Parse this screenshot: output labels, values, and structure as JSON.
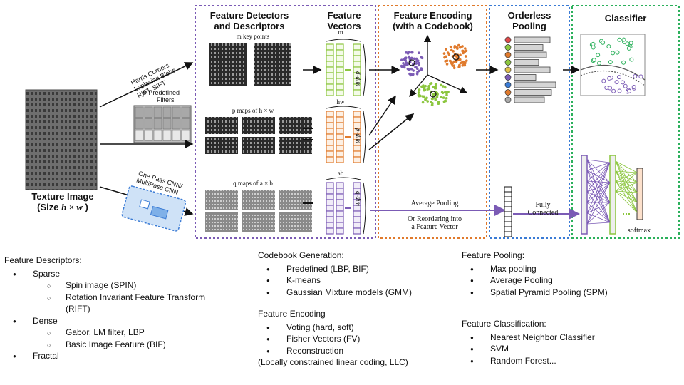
{
  "input": {
    "title": "Texture Image",
    "size_prefix": "(Size ",
    "size_expr": "h × w",
    "size_suffix": " )"
  },
  "branches": {
    "top": "Harris Corners\nLaplacian Blobs\nRIFT, SIFT",
    "middle_var": "p",
    "middle_label": "Predefined",
    "middle_label2": "Filters",
    "bottom": "One Pass CNN/\nMultiPass CNN"
  },
  "panels": {
    "detectors": {
      "title_line1": "Feature Detectors",
      "title_line2": "and Descriptors",
      "row1": "m key points",
      "row2": "p maps of h × w",
      "row3": "q maps of a × b"
    },
    "vectors": {
      "title_line1": "Feature",
      "title_line2": "Vectors",
      "row1_top": "m",
      "row1_side": "d-dim",
      "row2_top": "hw",
      "row2_side": "p-dim",
      "row3_top": "ab",
      "row3_side": "q-dim"
    },
    "encoding": {
      "title_line1": "Feature Encoding",
      "title_line2": "(with a Codebook)"
    },
    "pooling": {
      "title_line1": "Orderless",
      "title_line2": "Pooling"
    },
    "classifier": {
      "title": "Classifier",
      "softmax": "softmax"
    },
    "flow": {
      "avg_pool": "Average Pooling",
      "or_line1": "Or Reordering into",
      "or_line2": "a Feature Vector",
      "fc_line1": "Fully",
      "fc_line2": "Connected"
    }
  },
  "colors": {
    "purple": "#7b5bb5",
    "orange": "#e07a2c",
    "blue": "#3a7bd5",
    "green": "#2bb05b",
    "light_green": "#8cc63f"
  },
  "notes": {
    "descriptors": {
      "heading": "Feature Descriptors:",
      "sparse": "Sparse",
      "spin": "Spin image (SPIN)",
      "rift": "Rotation Invariant Feature Transform",
      "rift2": "(RIFT)",
      "dense": "Dense",
      "gabor": "Gabor, LM filter, LBP",
      "bif": "Basic Image Feature (BIF)",
      "fractal": "Fractal"
    },
    "codebook": {
      "heading": "Codebook Generation:",
      "items": [
        "Predefined (LBP, BIF)",
        "K-means",
        "Gaussian Mixture models (GMM)"
      ],
      "enc_heading": "Feature Encoding",
      "enc_items": [
        "Voting (hard, soft)",
        "Fisher Vectors (FV)",
        "Reconstruction"
      ],
      "enc_note": "(Locally constrained linear coding, LLC)"
    },
    "pooling": {
      "heading": "Feature Pooling:",
      "items": [
        "Max pooling",
        "Average Pooling",
        "Spatial Pyramid Pooling (SPM)"
      ]
    },
    "classification": {
      "heading": "Feature Classification:",
      "items": [
        "Nearest Neighbor Classifier",
        "SVM",
        "Random Forest..."
      ]
    }
  }
}
